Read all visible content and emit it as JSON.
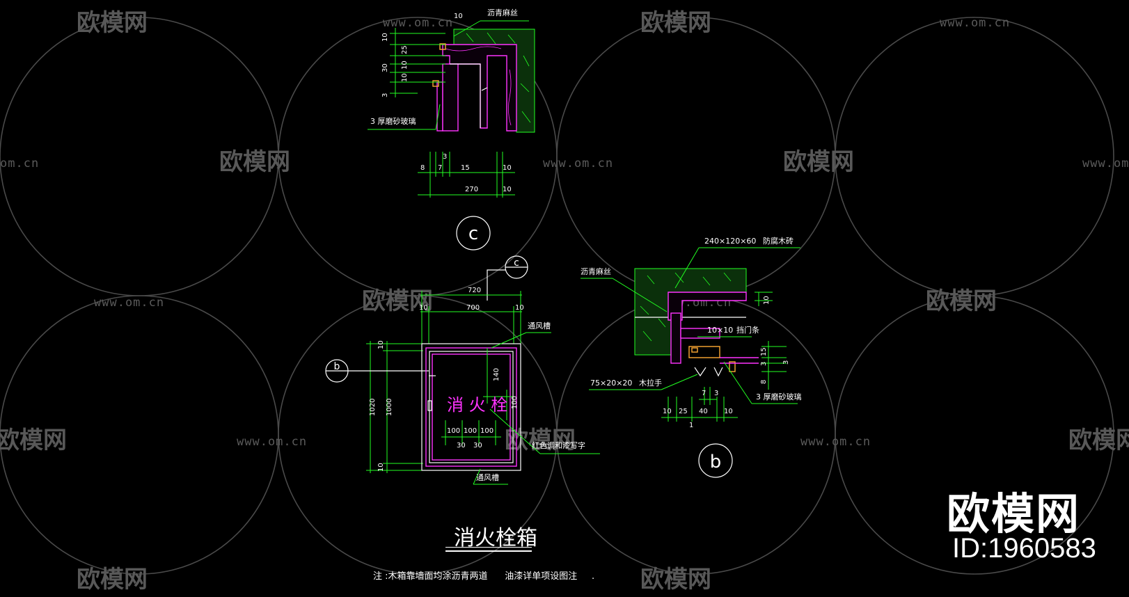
{
  "watermark": {
    "logo_text": "欧模网",
    "url_text": "www.om.cn",
    "url_text_left": "om.cn"
  },
  "brand": {
    "logo_text": "欧模网",
    "id_text": "ID:1960583"
  },
  "drawing": {
    "title": "消火栓箱",
    "note": "注 :木箱靠墙面均涂沥青两道      油漆详单项设图注     ."
  },
  "detail_c": {
    "marker": "c",
    "labels": {
      "asphalt": "沥青麻丝",
      "glass": "3 厚磨砂玻璃"
    },
    "dims_left": [
      "10",
      "10",
      "25",
      "10",
      "30",
      "3"
    ],
    "dims_bottom": [
      "8",
      "3",
      "7",
      "15",
      "10",
      "270",
      "10"
    ]
  },
  "elevation": {
    "section_b_marker": "b",
    "section_c_marker": "c",
    "box_text": "消 火 栓",
    "labels": {
      "vent_top": "通风槽",
      "vent_bottom": "通风槽",
      "red_paint": "红色调和漆写字"
    },
    "dims_top": [
      "720",
      "10",
      "700",
      "10"
    ],
    "dims_left": [
      "10",
      "1020",
      "1000",
      "10"
    ],
    "dims_inner": [
      "140",
      "100",
      "100",
      "100",
      "100",
      "30",
      "30"
    ]
  },
  "detail_b": {
    "marker": "b",
    "labels": {
      "brick": "240×120×60",
      "brick_desc": "防腐木砖",
      "asphalt": "沥青麻丝",
      "stop_size": "10×10",
      "stop": "挡门条",
      "handle_size": "75×20×20",
      "handle": "木拉手",
      "glass": "3 厚磨砂玻璃"
    },
    "dims_right": [
      "10",
      "15",
      "3",
      "3",
      "8"
    ],
    "dims_bottom": [
      "10",
      "25",
      "40",
      "10",
      "7",
      "3",
      "1"
    ]
  },
  "colors": {
    "background": "#000000",
    "line_green": "#22ff22",
    "line_magenta": "#ff33ff",
    "line_white": "#ffffff",
    "accent_orange": "#ffaa33",
    "watermark_gray": "#585858"
  }
}
